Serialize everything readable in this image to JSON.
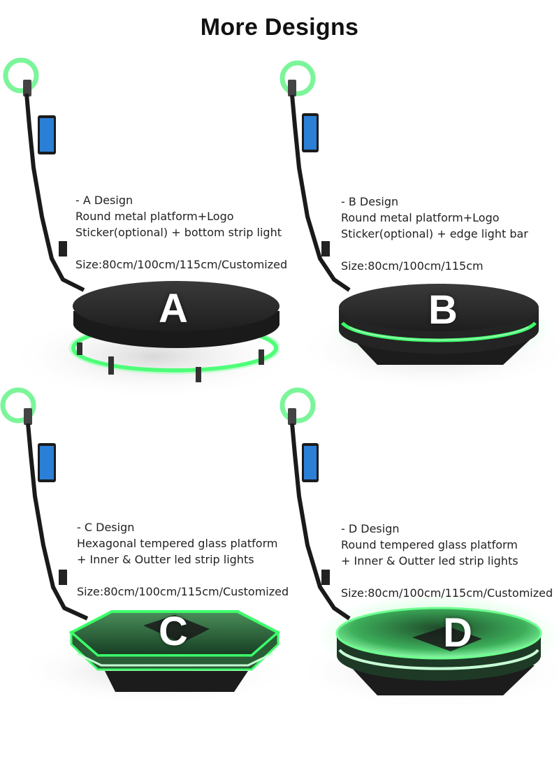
{
  "title": "More Designs",
  "colors": {
    "glow": "#3cff6a",
    "platform": "#2a2a2a",
    "text": "#222222"
  },
  "designs": [
    {
      "letter": "A",
      "lines": [
        "- A Design",
        "Round metal platform+Logo",
        "Sticker(optional) +  bottom strip light"
      ],
      "size": "Size:80cm/100cm/115cm/Customized"
    },
    {
      "letter": "B",
      "lines": [
        "- B Design",
        "Round metal platform+Logo",
        "Sticker(optional) +  edge light bar"
      ],
      "size": "Size:80cm/100cm/115cm"
    },
    {
      "letter": "C",
      "lines": [
        "- C Design",
        "Hexagonal tempered glass platform",
        "+ Inner & Outter led strip lights"
      ],
      "size": "Size:80cm/100cm/115cm/Customized"
    },
    {
      "letter": "D",
      "lines": [
        "- D Design",
        "Round tempered glass platform",
        "+ Inner & Outter led strip lights"
      ],
      "size": "Size:80cm/100cm/115cm/Customized"
    }
  ]
}
